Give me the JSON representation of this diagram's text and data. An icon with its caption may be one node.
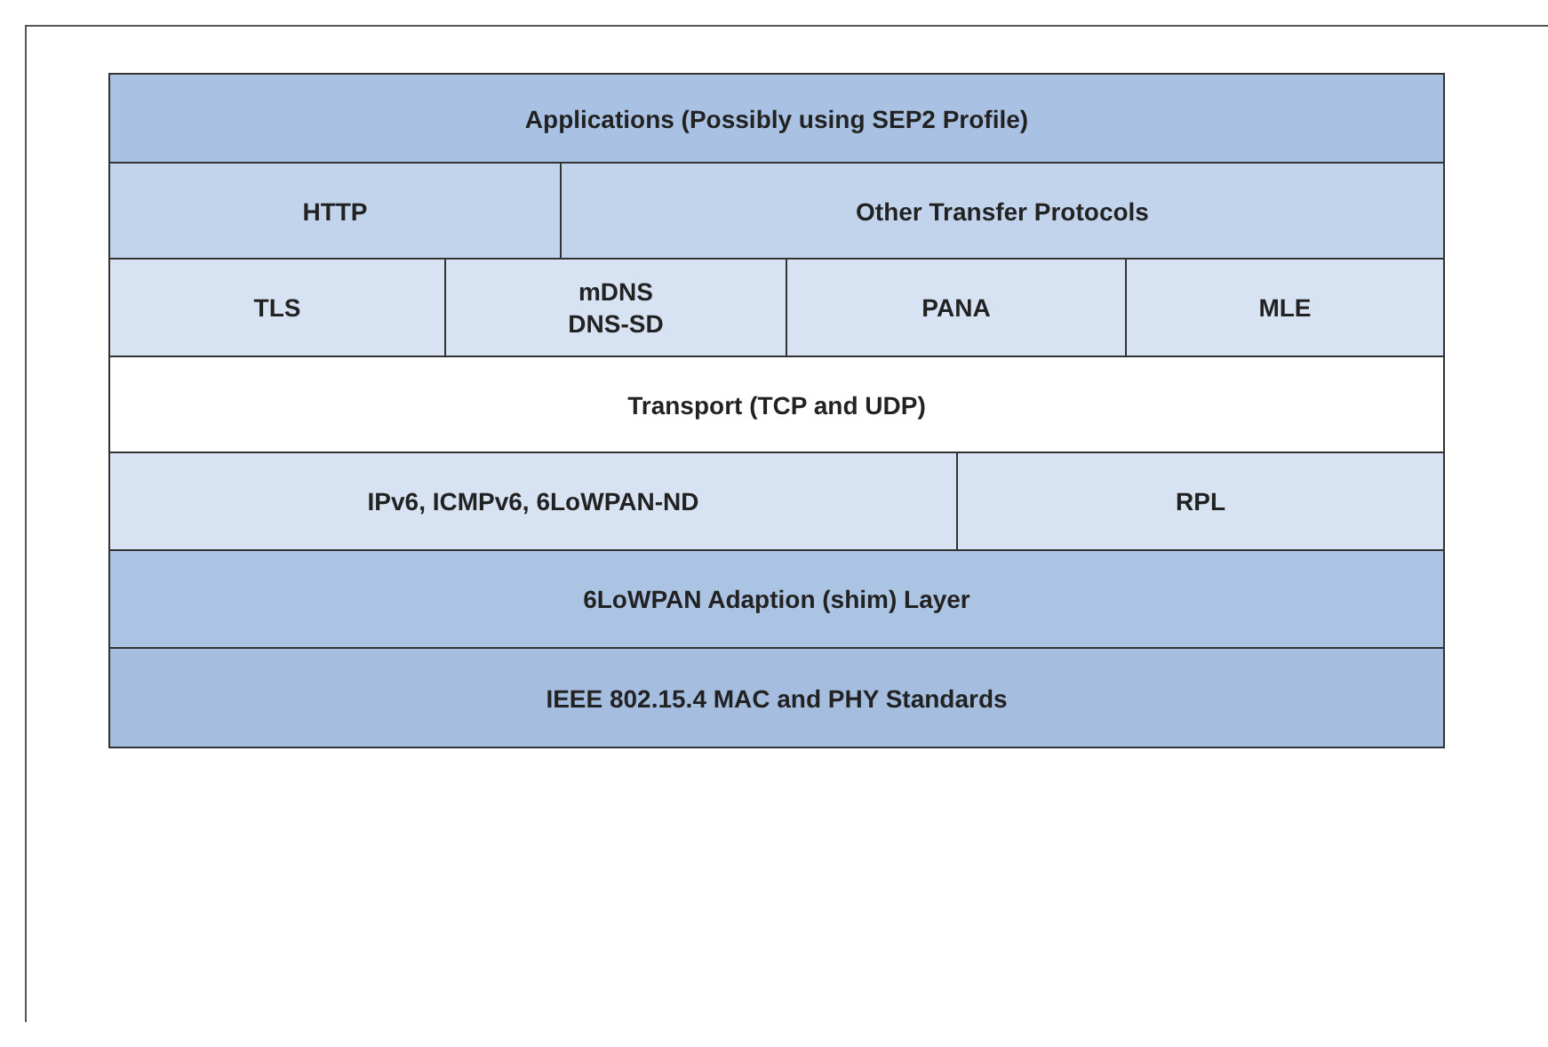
{
  "diagram": {
    "nodes": [
      {
        "text": [
          "Applications (Possibly using SEP2 Profile)"
        ]
      },
      {
        "text": [
          "HTTP"
        ]
      },
      {
        "text": [
          "Other Transfer Protocols"
        ]
      },
      {
        "text": [
          "TLS"
        ]
      },
      {
        "text": [
          "mDNS DNS-SD"
        ]
      },
      {
        "text": [
          "PANA"
        ]
      },
      {
        "text": [
          "MLE"
        ]
      },
      {
        "text": [
          "Transport (TCP and UDP)"
        ]
      },
      {
        "text": [
          "IPv6, ICMPv6, 6LoWPAN-ND"
        ]
      },
      {
        "text": [
          "RPL"
        ]
      },
      {
        "text": [
          "6LoWPAN Adaption (shim) Layer"
        ]
      },
      {
        "text": [
          "IEEE 802.15.4 MAC and PHY Standards"
        ]
      }
    ]
  }
}
